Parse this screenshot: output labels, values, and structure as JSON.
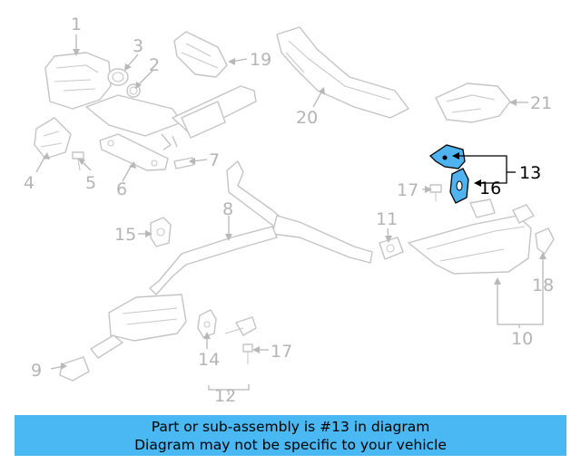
{
  "diagram": {
    "callouts": {
      "c1": "1",
      "c2": "2",
      "c3": "3",
      "c4": "4",
      "c5": "5",
      "c6": "6",
      "c7": "7",
      "c8": "8",
      "c9": "9",
      "c10": "10",
      "c11": "11",
      "c12": "12",
      "c13": "13",
      "c14": "14",
      "c15": "15",
      "c16": "16",
      "c17a": "17",
      "c17b": "17",
      "c18": "18",
      "c19": "19",
      "c20": "20",
      "c21": "21"
    },
    "highlight_color": "#4fb3f0",
    "highlighted_part": "13"
  },
  "banner": {
    "line1": "Part or sub-assembly is #13 in diagram",
    "line2": "Diagram may not be specific to your vehicle",
    "background": "#4ab9f3"
  }
}
